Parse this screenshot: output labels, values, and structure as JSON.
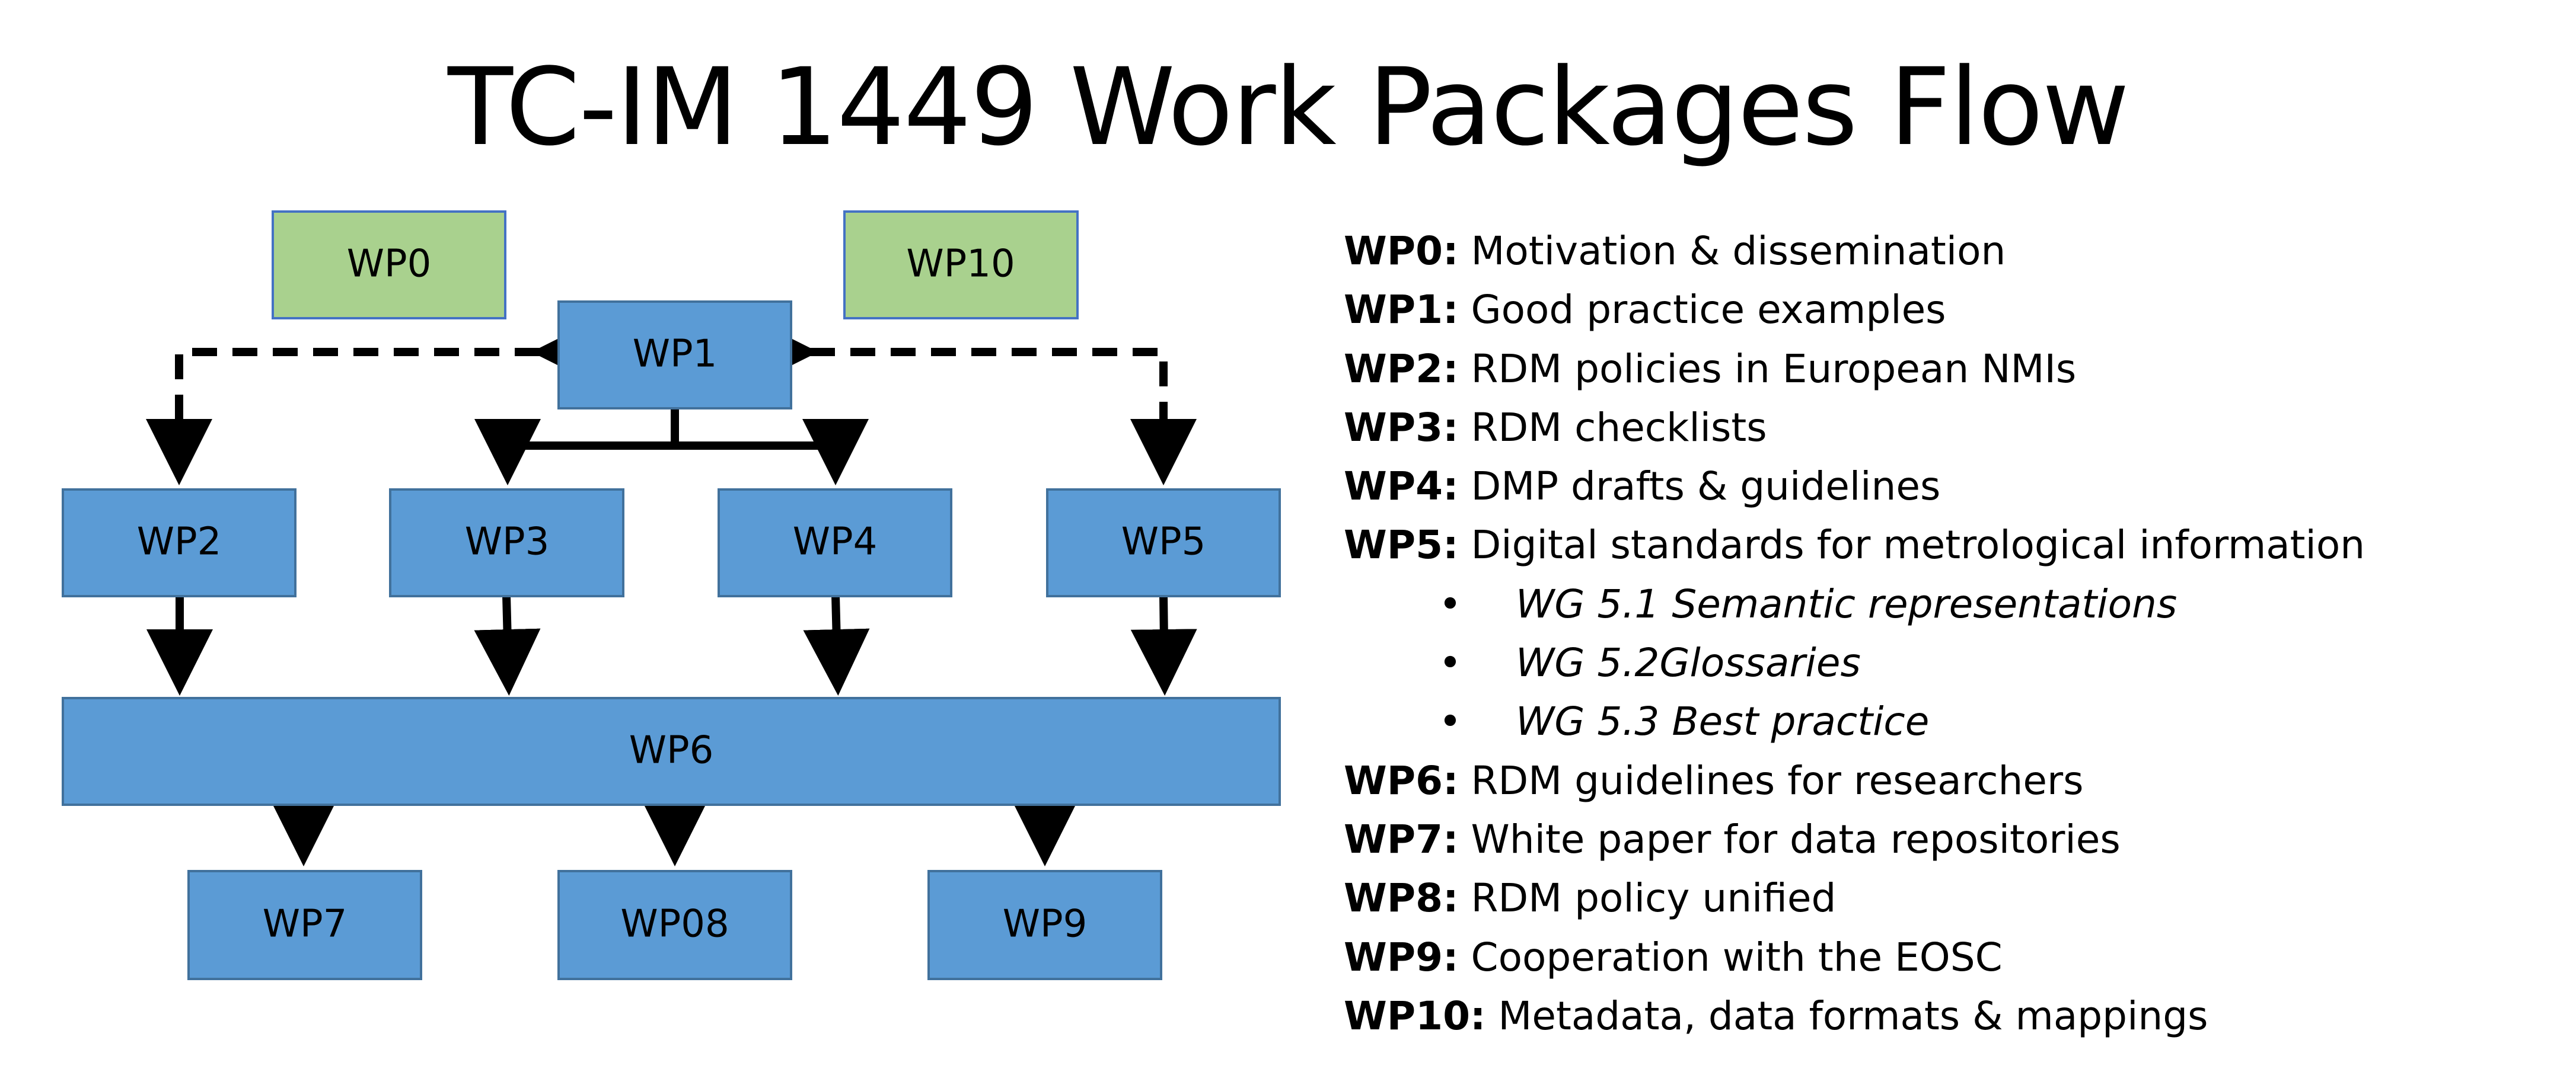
{
  "title": "TC-IM 1449 Work Packages Flow",
  "colors": {
    "blue_box_fill": "#5b9bd5",
    "blue_box_border": "#41719c",
    "green_box_fill": "#a9d18e",
    "green_box_border": "#4472c4",
    "arrow": "#000000"
  },
  "diagram": {
    "nodes": [
      {
        "id": "wp0",
        "label": "WP0",
        "style": "green"
      },
      {
        "id": "wp10",
        "label": "WP10",
        "style": "green"
      },
      {
        "id": "wp1",
        "label": "WP1",
        "style": "blue"
      },
      {
        "id": "wp2",
        "label": "WP2",
        "style": "blue"
      },
      {
        "id": "wp3",
        "label": "WP3",
        "style": "blue"
      },
      {
        "id": "wp4",
        "label": "WP4",
        "style": "blue"
      },
      {
        "id": "wp5",
        "label": "WP5",
        "style": "blue"
      },
      {
        "id": "wp6",
        "label": "WP6",
        "style": "blue"
      },
      {
        "id": "wp7",
        "label": "WP7",
        "style": "blue"
      },
      {
        "id": "wp08",
        "label": "WP08",
        "style": "blue"
      },
      {
        "id": "wp9",
        "label": "WP9",
        "style": "blue"
      }
    ],
    "edges": [
      {
        "from": "wp1",
        "to": "wp2",
        "style": "dashed",
        "bidirectional": true
      },
      {
        "from": "wp1",
        "to": "wp5",
        "style": "dashed",
        "bidirectional": true
      },
      {
        "from": "wp1",
        "to": "wp3",
        "style": "solid"
      },
      {
        "from": "wp1",
        "to": "wp4",
        "style": "solid"
      },
      {
        "from": "wp2",
        "to": "wp6",
        "style": "solid"
      },
      {
        "from": "wp3",
        "to": "wp6",
        "style": "solid"
      },
      {
        "from": "wp4",
        "to": "wp6",
        "style": "solid"
      },
      {
        "from": "wp5",
        "to": "wp6",
        "style": "solid"
      },
      {
        "from": "wp6",
        "to": "wp7",
        "style": "solid"
      },
      {
        "from": "wp6",
        "to": "wp08",
        "style": "solid"
      },
      {
        "from": "wp6",
        "to": "wp9",
        "style": "solid"
      }
    ]
  },
  "legend": {
    "items": [
      {
        "code": "WP0:",
        "text": "Motivation & dissemination"
      },
      {
        "code": "WP1:",
        "text": "Good practice examples"
      },
      {
        "code": "WP2:",
        "text": "RDM policies in European NMIs"
      },
      {
        "code": "WP3:",
        "text": "RDM checklists"
      },
      {
        "code": "WP4:",
        "text": "DMP drafts & guidelines"
      },
      {
        "code": "WP5:",
        "text": "Digital standards for metrological information"
      },
      {
        "code": "WP6:",
        "text": "RDM guidelines for researchers"
      },
      {
        "code": "WP7:",
        "text": "White paper for data repositories"
      },
      {
        "code": "WP8:",
        "text": "RDM policy unified"
      },
      {
        "code": "WP9:",
        "text": "Cooperation with the EOSC"
      },
      {
        "code": "WP10:",
        "text": "Metadata, data formats & mappings"
      }
    ],
    "wp5_subitems": [
      {
        "bullet": "•",
        "text": "WG 5.1 Semantic representations"
      },
      {
        "bullet": "•",
        "text": "WG 5.2Glossaries"
      },
      {
        "bullet": "•",
        "text": "WG 5.3 Best practice"
      }
    ]
  }
}
